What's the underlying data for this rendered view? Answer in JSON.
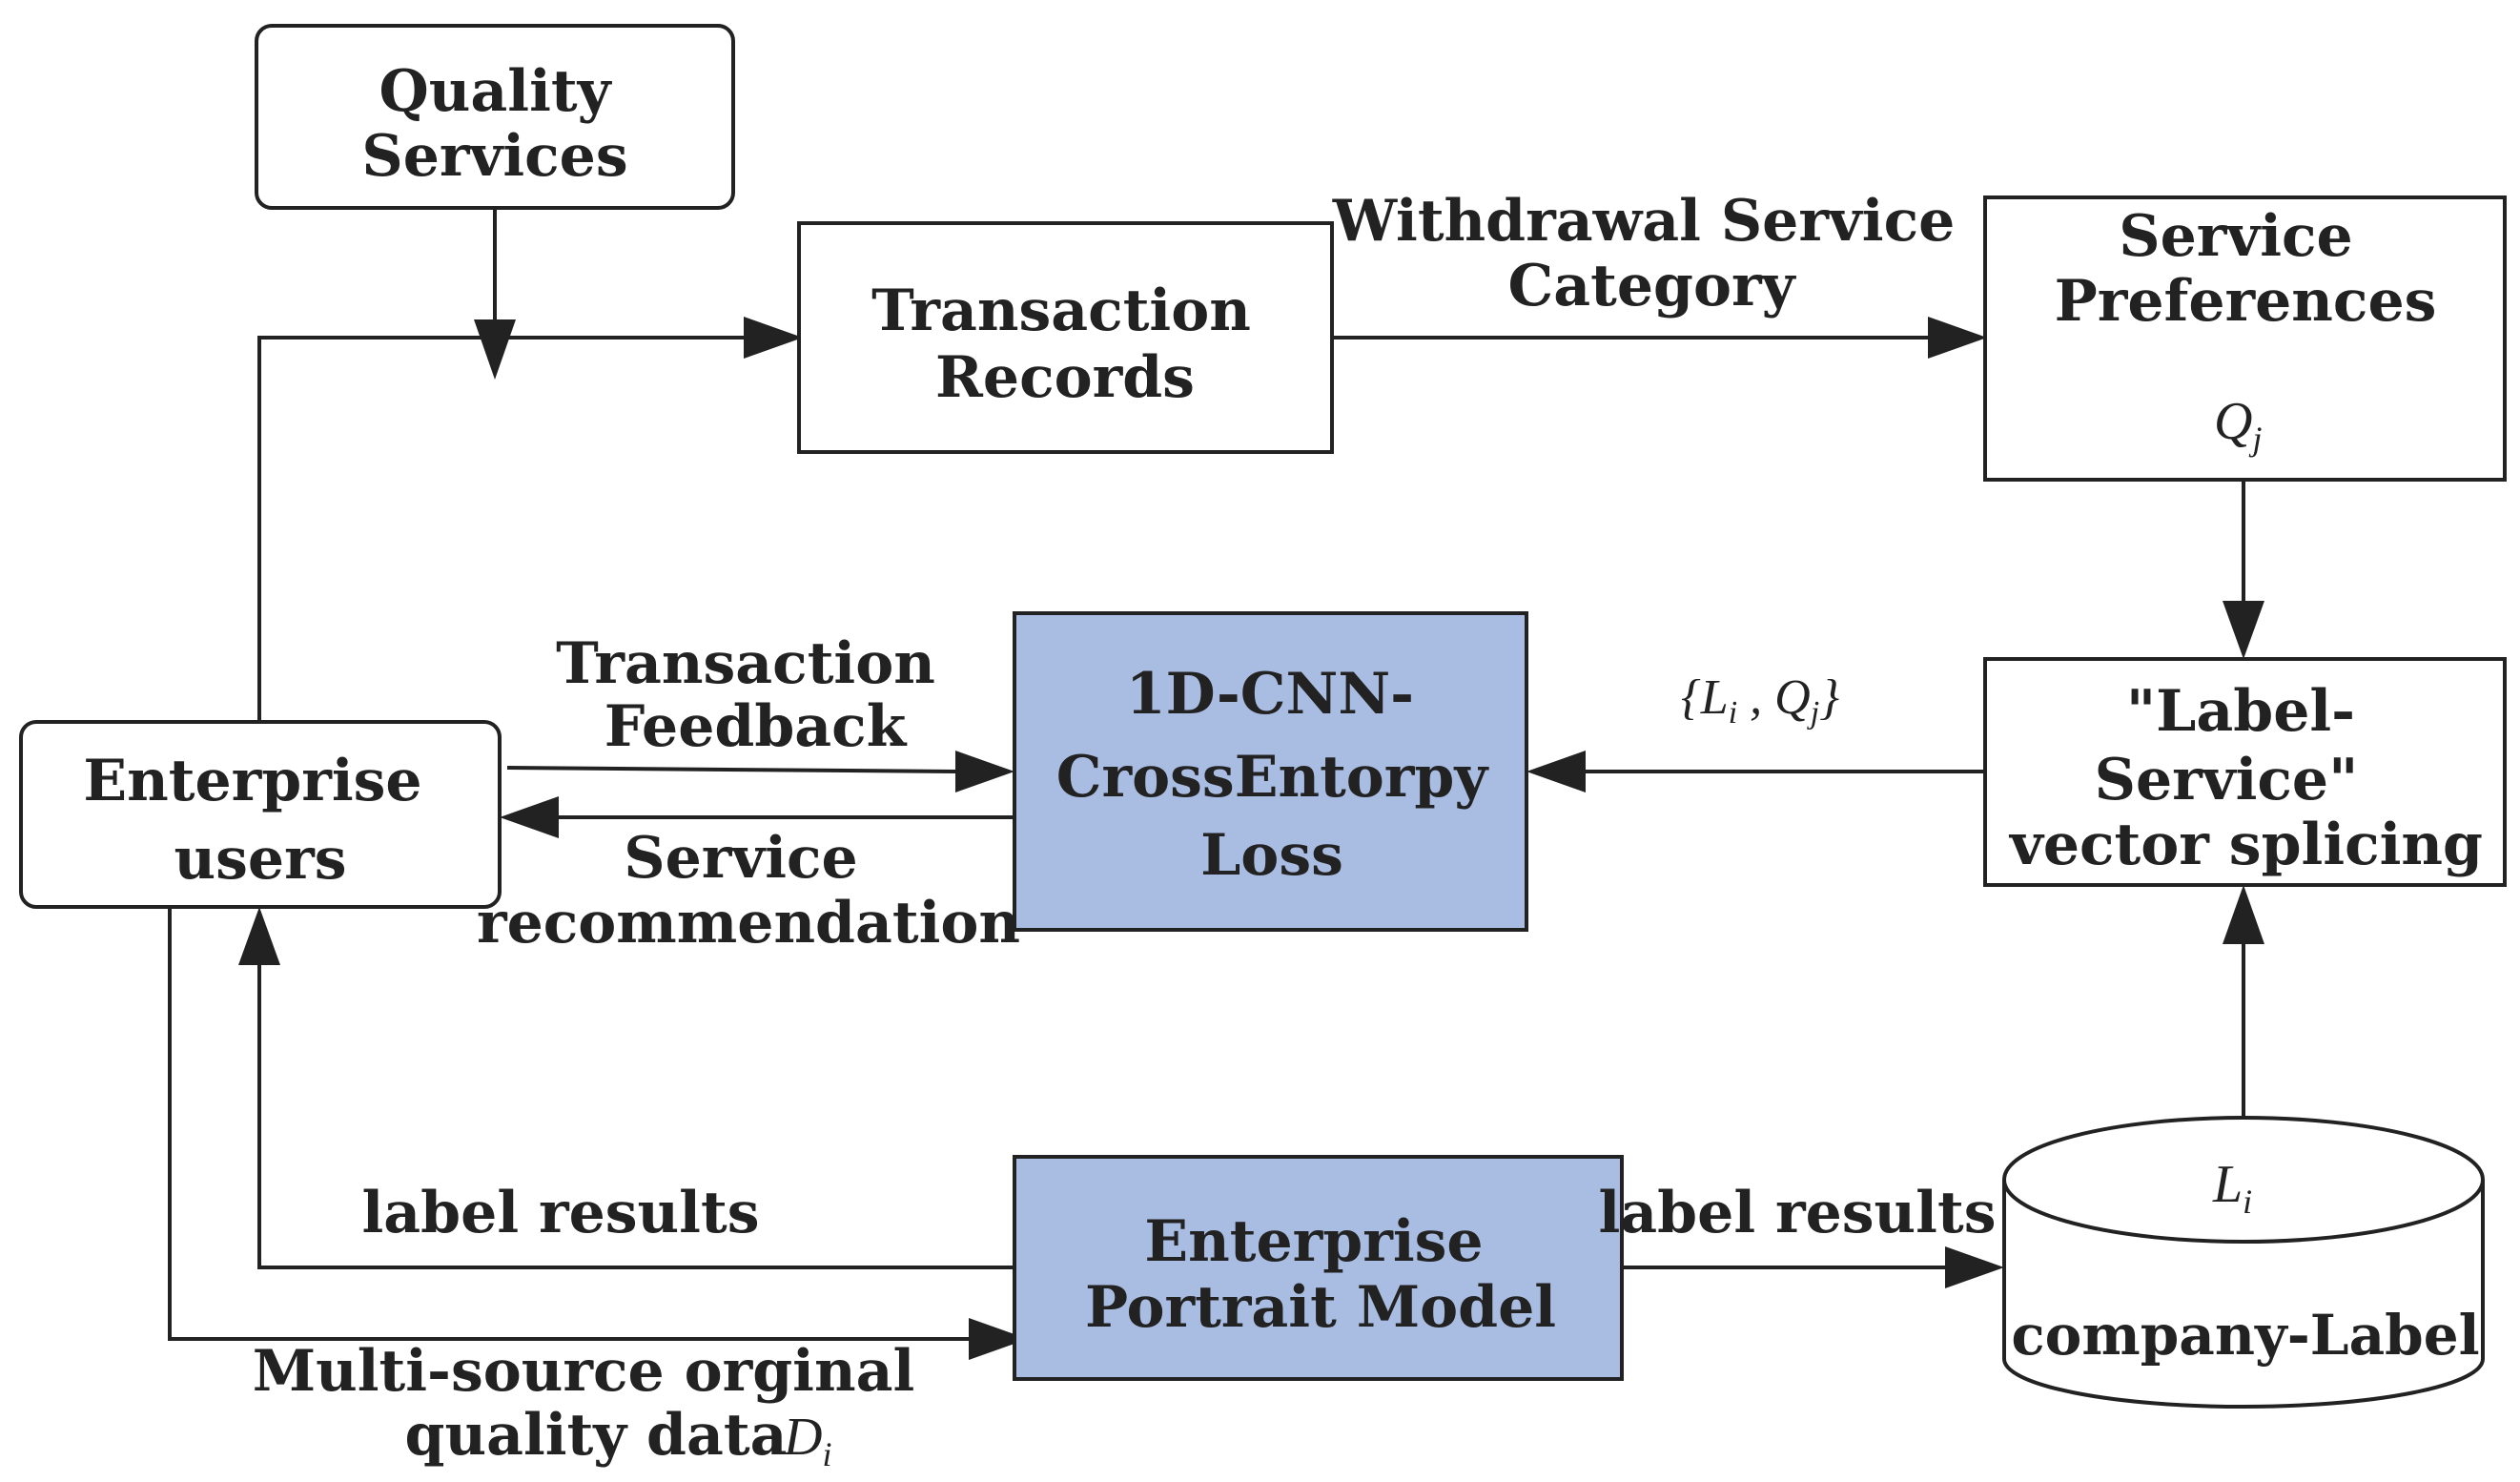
{
  "colors": {
    "model_fill": "#a9bde2",
    "line": "#222222",
    "text": "#222222",
    "background": "#ffffff"
  },
  "nodes": {
    "quality_services": [
      "Quality",
      "Services"
    ],
    "transaction_records": [
      "Transaction",
      "Records"
    ],
    "service_preferences": [
      "Service",
      "Preferences"
    ],
    "service_preferences_var": "Q",
    "service_preferences_var_sub": "j",
    "enterprise_users": [
      "Enterprise",
      "users"
    ],
    "cnn_model": [
      "1D-CNN-",
      "CrossEntorpy",
      "Loss"
    ],
    "label_service_splicing": [
      "\"Label-",
      "Service\"",
      "vector splicing"
    ],
    "portrait_model": [
      "Enterprise",
      "Portrait Model"
    ],
    "company_label_db": "company-Label",
    "company_label_var": "L",
    "company_label_var_sub": "i"
  },
  "edges": {
    "withdrawal": [
      "Withdrawal Service",
      "Category"
    ],
    "transaction_feedback": [
      "Transaction",
      "Feedback"
    ],
    "service_recommendation": [
      "Service",
      "recommendation"
    ],
    "vector_pair": {
      "open": "{",
      "l": "L",
      "l_sub": "i",
      "sep": " , ",
      "q": "Q",
      "q_sub": "j",
      "close": "}"
    },
    "label_results_left": "label results",
    "label_results_right": "label results",
    "multisource": [
      "Multi-source orginal",
      "quality data"
    ],
    "multisource_var": "D",
    "multisource_var_sub": "i"
  }
}
